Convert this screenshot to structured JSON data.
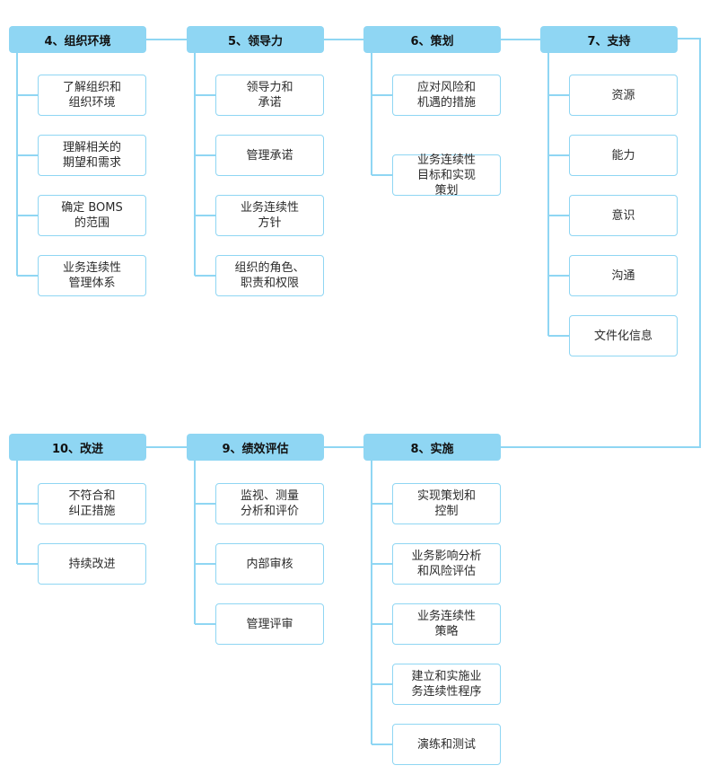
{
  "colors": {
    "header_bg": "#8fd6f3",
    "line": "#8fd6f3",
    "text": "#2b2b2b"
  },
  "groups": [
    {
      "title": "4、组织环境",
      "items": [
        "了解组织和\n组织环境",
        "理解相关的\n期望和需求",
        "确定 BOMS\n的范围",
        "业务连续性\n管理体系"
      ]
    },
    {
      "title": "5、领导力",
      "items": [
        "领导力和\n承诺",
        "管理承诺",
        "业务连续性\n方针",
        "组织的角色、\n职责和权限"
      ]
    },
    {
      "title": "6、策划",
      "items": [
        "应对风险和\n机遇的措施",
        "业务连续性\n目标和实现\n策划"
      ]
    },
    {
      "title": "7、支持",
      "items": [
        "资源",
        "能力",
        "意识",
        "沟通",
        "文件化信息"
      ]
    },
    {
      "title": "8、实施",
      "items": [
        "实现策划和\n控制",
        "业务影响分析\n和风险评估",
        "业务连续性\n策略",
        "建立和实施业\n务连续性程序",
        "演练和测试"
      ]
    },
    {
      "title": "9、绩效评估",
      "items": [
        "监视、测量\n分析和评价",
        "内部审核",
        "管理评审"
      ]
    },
    {
      "title": "10、改进",
      "items": [
        "不符合和\n纠正措施",
        "持续改进"
      ]
    }
  ]
}
